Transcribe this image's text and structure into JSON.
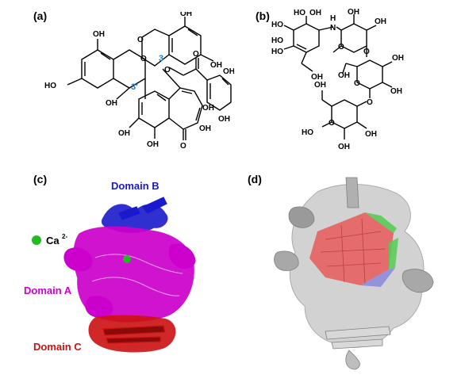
{
  "panels": {
    "a": {
      "label": "(a)",
      "atoms": {
        "oh_1": "OH",
        "oh_2": "OH",
        "ho_1": "HO",
        "oh_3": "OH",
        "oh_4": "OH",
        "oh_5": "OH",
        "oh_6": "OH",
        "o_ring1": "O",
        "o_ring2": "O",
        "o_ester": "O",
        "o_carbonyl": "O",
        "o_ketone": "O",
        "oh_7": "OH",
        "oh_8": "OH",
        "oh_9": "OH",
        "oh_10": "OH",
        "oh_11": "OH"
      },
      "stereo_3p": "3′",
      "stereo_3": "3"
    },
    "b": {
      "label": "(b)",
      "atoms": {
        "ho_1": "HO",
        "oh_1": "OH",
        "ho_2": "HO",
        "ho_3": "HO",
        "ho_4": "HO",
        "h": "H",
        "n": "N",
        "oh_2": "OH",
        "oh_3": "OH",
        "oh_4": "OH",
        "oh_5": "OH",
        "o_1": "O",
        "o_2": "O",
        "o_3": "O",
        "o_4": "O",
        "o_5": "O",
        "oh_6": "OH",
        "oh_7": "OH",
        "oh_8": "OH",
        "oh_9": "OH",
        "oh_10": "OH",
        "ho_5": "HO"
      }
    },
    "c": {
      "label": "(c)",
      "ion_label": "Ca",
      "ion_charge": "2-",
      "domain_b": "Domain B",
      "domain_a": "Domain A",
      "domain_c": "Domain C",
      "colors": {
        "domain_a": "#cc00cc",
        "domain_b": "#1a1acc",
        "domain_c": "#cc1111",
        "ion": "#22bb22"
      }
    },
    "d": {
      "label": "(d)",
      "colors": {
        "protein": "#bfbfbf",
        "pocket_red": "#e85a5a",
        "pocket_green": "#55cc55",
        "pocket_blue": "#8888dd"
      }
    }
  }
}
